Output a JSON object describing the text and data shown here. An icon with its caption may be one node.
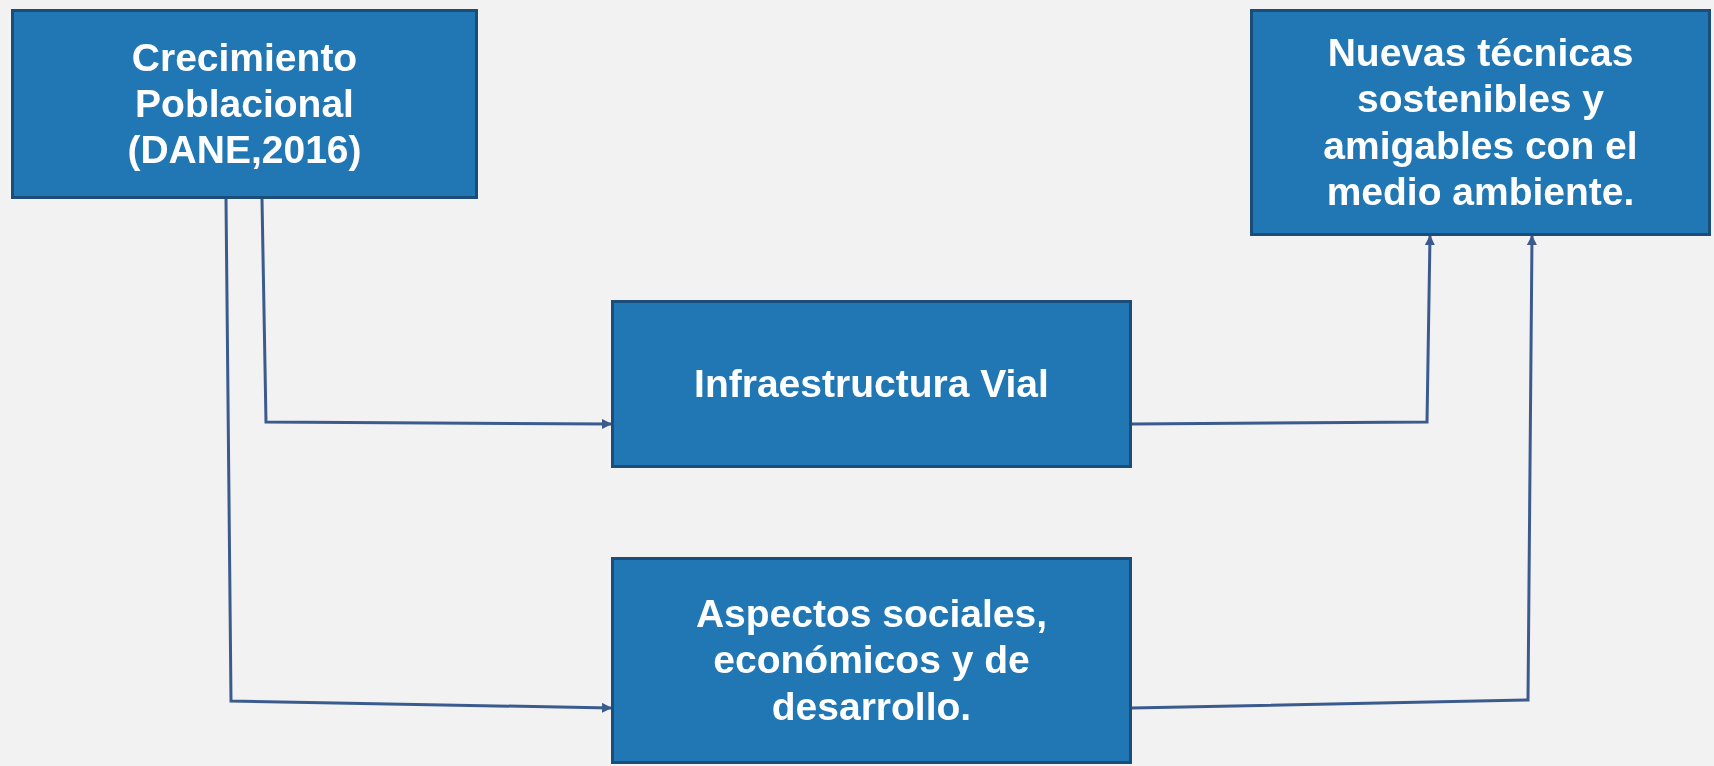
{
  "diagram": {
    "nodes": [
      {
        "text": [
          "Crecimiento Poblacional (DANE,2016)"
        ]
      },
      {
        "text": [
          "Nuevas técnicas sostenibles y amigables con el medio ambiente."
        ]
      },
      {
        "text": [
          "Infraestructura Vial"
        ]
      },
      {
        "text": [
          "Aspectos sociales, económicos y de desarrollo."
        ]
      }
    ],
    "edges": [
      {
        "from": 0,
        "to": 2,
        "arrow": "to"
      },
      {
        "from": 0,
        "to": 3,
        "arrow": "to"
      },
      {
        "from": 2,
        "to": 1,
        "arrow": "to"
      },
      {
        "from": 3,
        "to": 1,
        "arrow": "to"
      }
    ]
  }
}
